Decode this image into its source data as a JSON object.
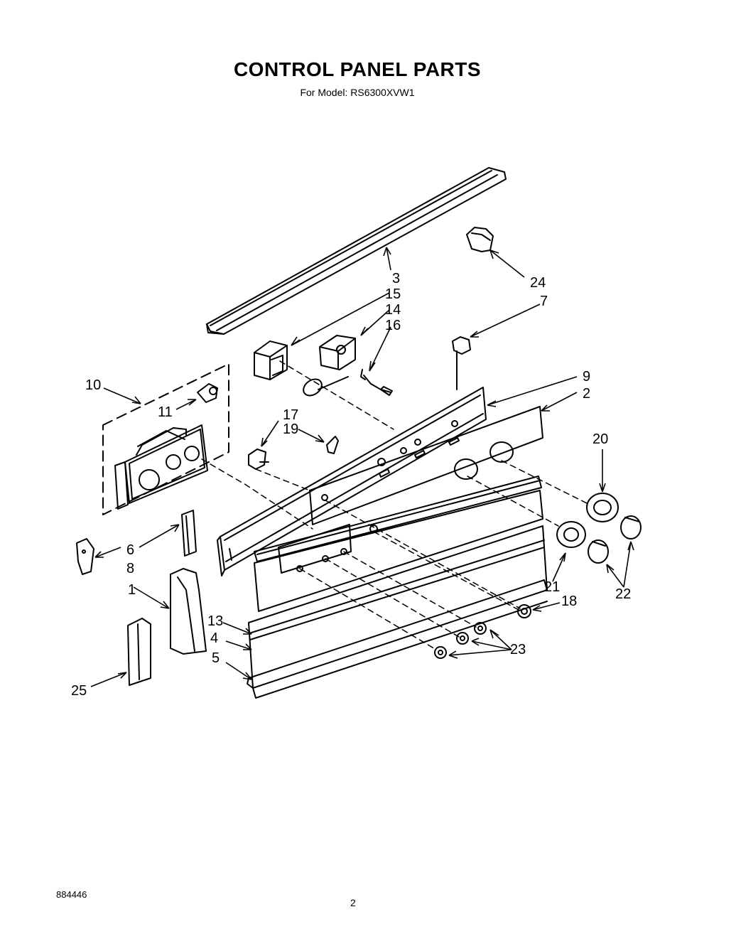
{
  "page": {
    "title": "CONTROL PANEL PARTS",
    "subtitle": "For Model: RS6300XVW1",
    "doc_code": "884446",
    "page_number": "2"
  },
  "callouts": [
    "3",
    "15",
    "14",
    "16",
    "24",
    "7",
    "9",
    "2",
    "10",
    "11",
    "17",
    "19",
    "20",
    "6",
    "8",
    "1",
    "13",
    "4",
    "5",
    "25",
    "21",
    "22",
    "18",
    "23"
  ]
}
